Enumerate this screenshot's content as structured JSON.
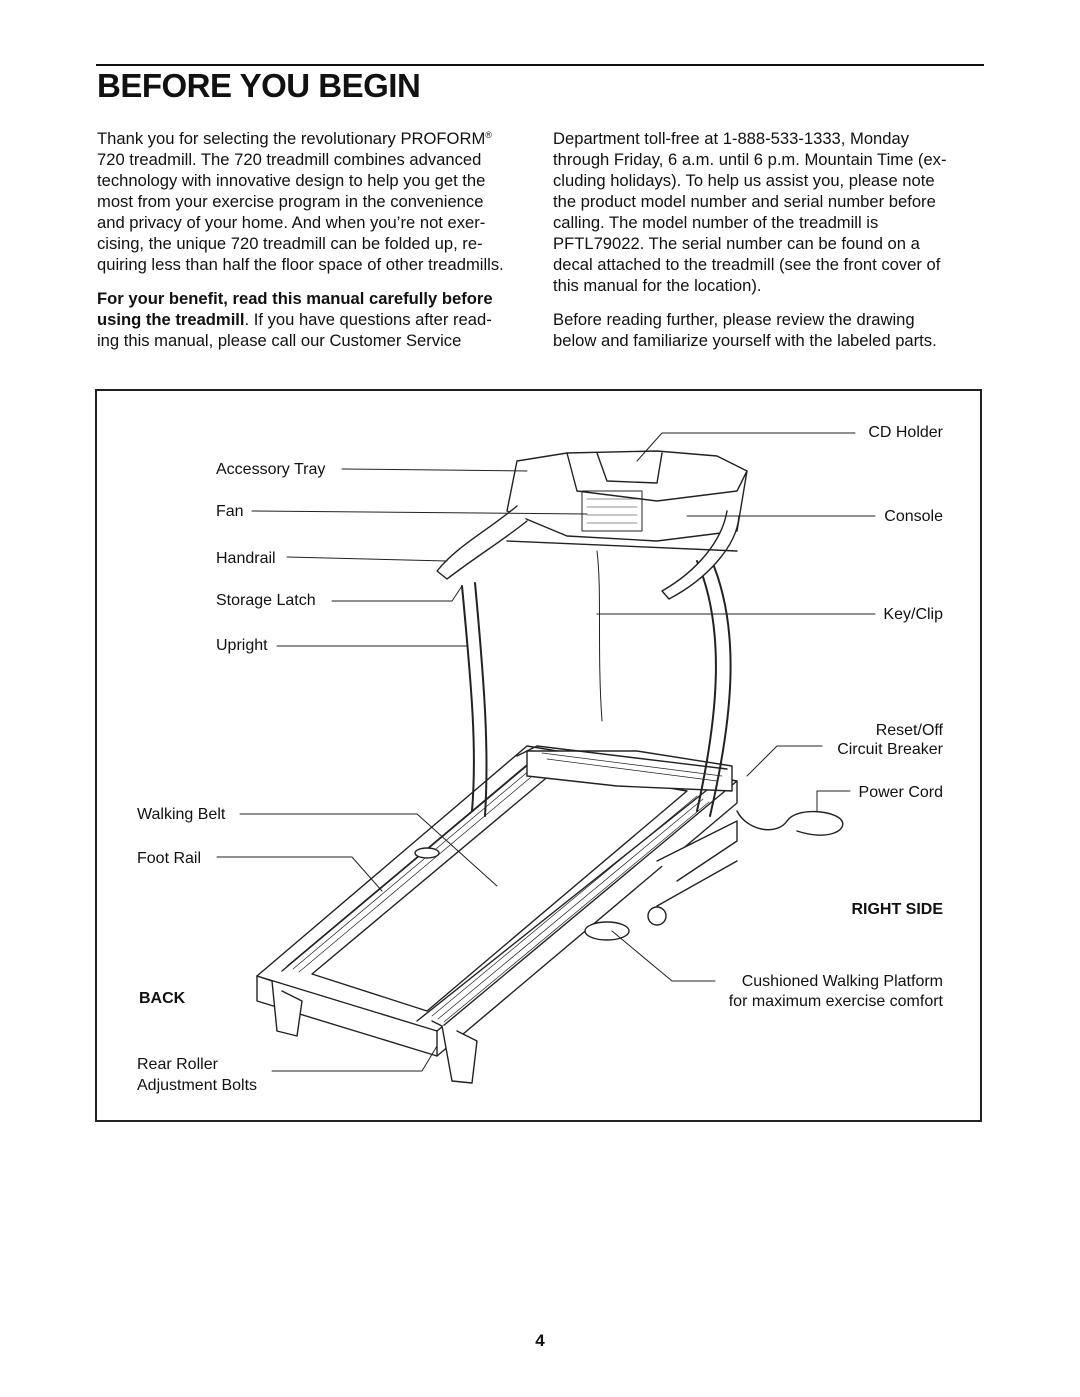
{
  "header": {
    "title": "BEFORE YOU BEGIN"
  },
  "intro": {
    "left_p1_lines": [
      "Thank you for selecting the revolutionary PROFORM",
      "720 treadmill. The 720 treadmill combines advanced",
      "technology with innovative design to help you get the",
      "most from your exercise program in the convenience",
      "and privacy of your home. And when you’re not exer-",
      "cising, the unique 720 treadmill can be folded up, re-",
      "quiring less than half the floor space of other treadmills."
    ],
    "registered_mark": "®",
    "left_p2_bold_line1": "For your benefit, read this manual carefully before",
    "left_p2_bold_line2": "using the treadmill",
    "left_p2_line2_rest": ". If you have questions after read-",
    "left_p2_line3": "ing this manual, please call our Customer Service",
    "right_p1_lines": [
      "Department toll-free at 1-888-533-1333, Monday",
      "through Friday, 6 a.m. until 6 p.m. Mountain Time (ex-",
      "cluding holidays). To help us assist you, please note",
      "the product model number and serial number before",
      "calling. The model number of the treadmill is",
      "PFTL79022. The serial number can be found on a",
      "decal attached to the treadmill (see the front cover of",
      "this manual for the location)."
    ],
    "right_p2_lines": [
      "Before reading further, please review the drawing",
      "below and familiarize yourself with the labeled parts."
    ]
  },
  "diagram": {
    "labels": {
      "cd_holder": "CD Holder",
      "accessory_tray": "Accessory Tray",
      "fan": "Fan",
      "console": "Console",
      "handrail": "Handrail",
      "storage_latch": "Storage Latch",
      "key_clip": "Key/Clip",
      "upright": "Upright",
      "reset_off_line1": "Reset/Off",
      "reset_off_line2": "Circuit Breaker",
      "power_cord": "Power Cord",
      "walking_belt": "Walking Belt",
      "foot_rail": "Foot Rail",
      "right_side": "RIGHT SIDE",
      "back": "BACK",
      "cushioned_line1": "Cushioned Walking Platform",
      "cushioned_line2": "for maximum exercise comfort",
      "rear_roller_line1": "Rear Roller",
      "rear_roller_line2": "Adjustment Bolts"
    }
  },
  "footer": {
    "page_number": "4"
  }
}
